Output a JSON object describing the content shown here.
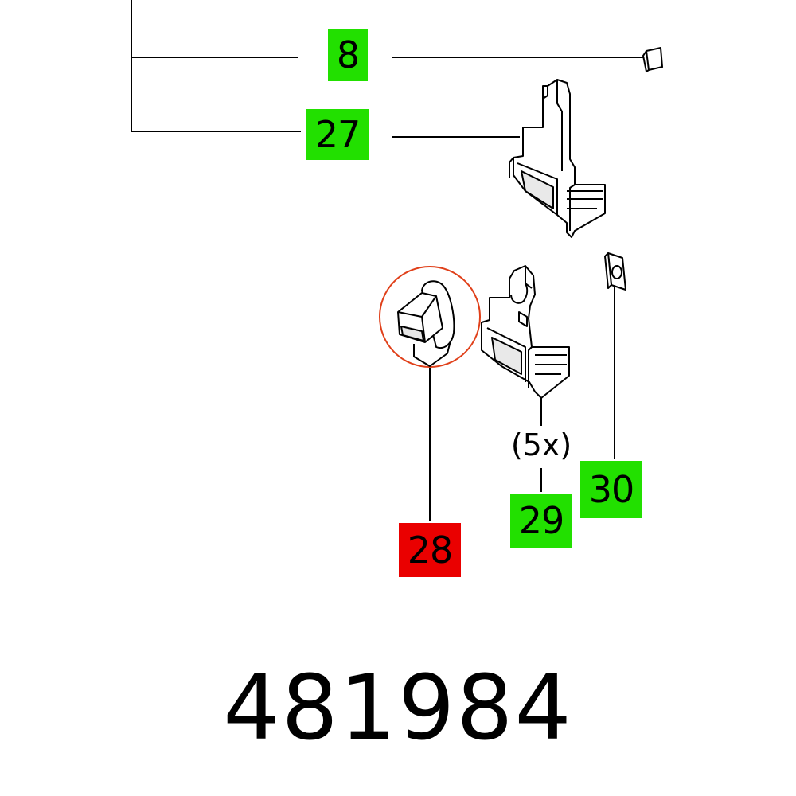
{
  "callouts": {
    "c8": {
      "label": "8",
      "color": "#22e000"
    },
    "c27": {
      "label": "27",
      "color": "#22e000"
    },
    "c28": {
      "label": "28",
      "color": "#ea0000"
    },
    "c29": {
      "label": "29",
      "color": "#22e000"
    },
    "c30": {
      "label": "30",
      "color": "#22e000"
    }
  },
  "quantity_label": "(5x)",
  "part_number": "481984",
  "highlight_color": "#e0401a"
}
